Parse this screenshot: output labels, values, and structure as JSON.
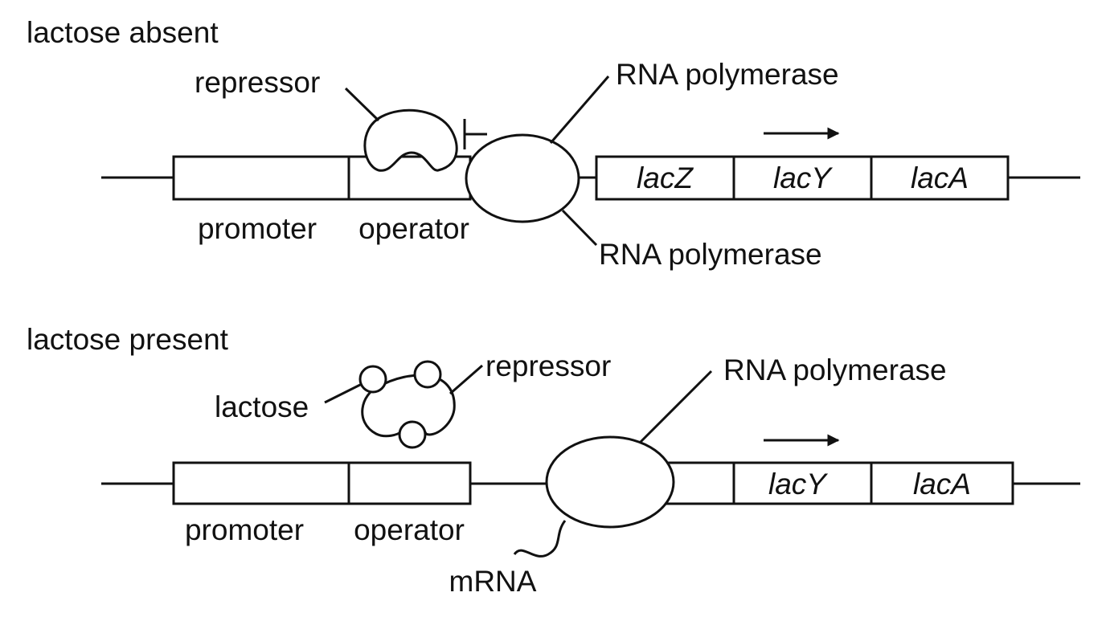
{
  "panel_absent": {
    "heading": "lactose absent",
    "repressor_label": "repressor",
    "rna_pol_label_top": "RNA polymerase",
    "rna_pol_label_bottom": "RNA polymerase",
    "promoter_label": "promoter",
    "operator_label": "operator",
    "genes": [
      "lacZ",
      "lacY",
      "lacA"
    ]
  },
  "panel_present": {
    "heading": "lactose present",
    "repressor_label": "repressor",
    "lactose_label": "lactose",
    "rna_pol_label": "RNA polymerase",
    "promoter_label": "promoter",
    "operator_label": "operator",
    "mrna_label": "mRNA",
    "genes": [
      "lacY",
      "lacA"
    ]
  },
  "colors": {
    "ink": "#111111",
    "background": "#ffffff"
  }
}
